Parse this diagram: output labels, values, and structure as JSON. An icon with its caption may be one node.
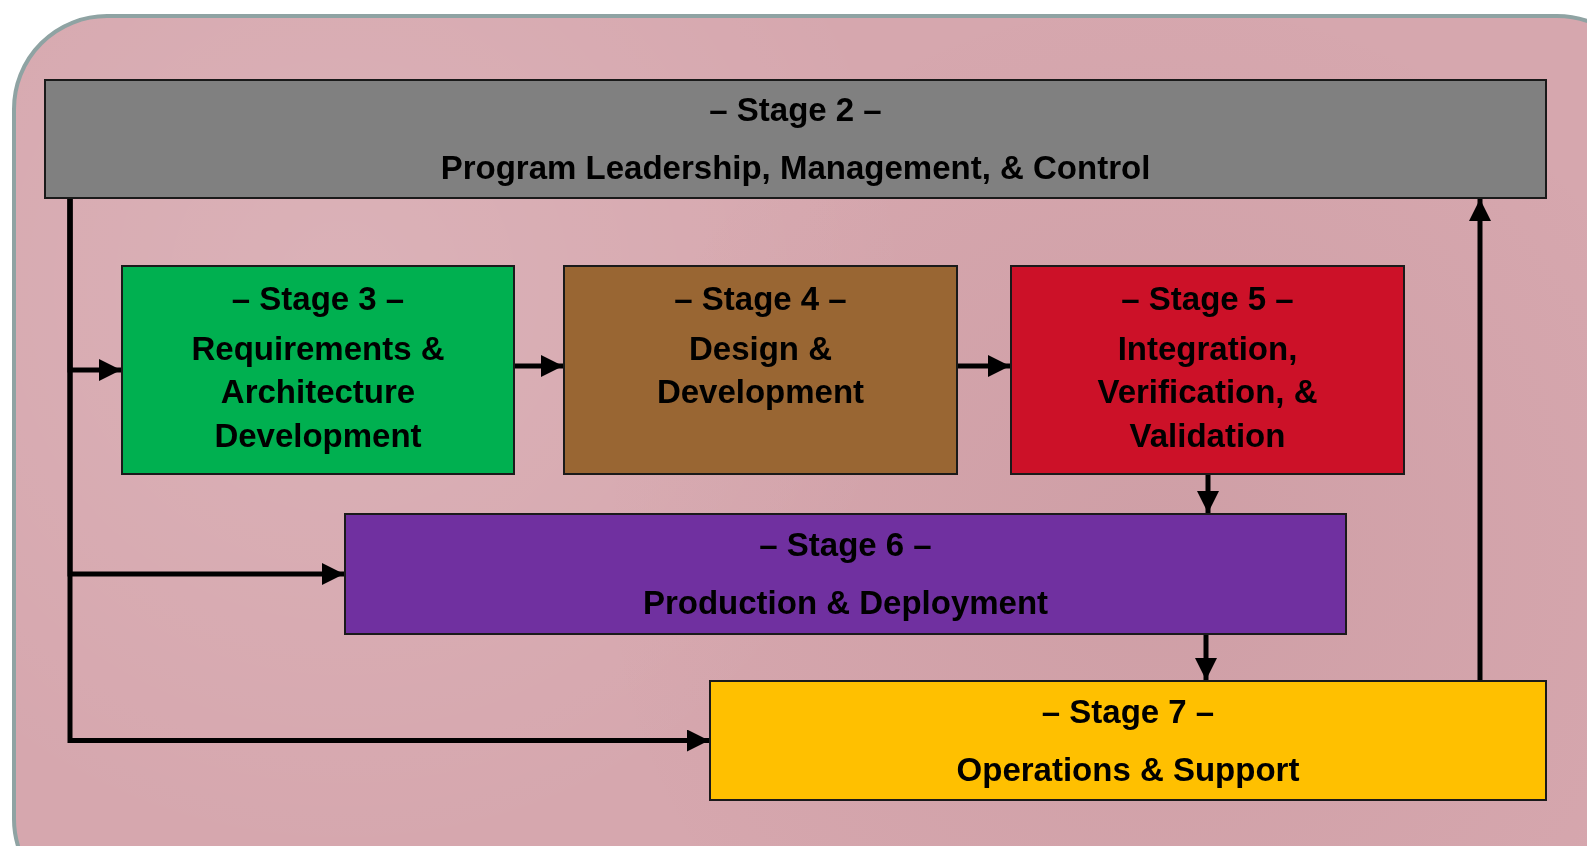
{
  "diagram": {
    "nodes": [
      {
        "text": [
          "– Stage 2 –",
          "Program Leadership, Management, & Control"
        ]
      },
      {
        "text": [
          "– Stage 3 –",
          "Requirements & Architecture Development"
        ]
      },
      {
        "text": [
          "– Stage 4 –",
          "Design & Development"
        ]
      },
      {
        "text": [
          "– Stage 5 –",
          "Integration, Verification, & Validation"
        ]
      },
      {
        "text": [
          "– Stage 6 –",
          "Production & Deployment"
        ]
      },
      {
        "text": [
          "– Stage 7 –",
          "Operations & Support"
        ]
      }
    ],
    "edges": [
      {
        "from": 0,
        "to": 1,
        "arrow": "to"
      },
      {
        "from": 0,
        "to": 4,
        "arrow": "to"
      },
      {
        "from": 0,
        "to": 5,
        "arrow": "to"
      },
      {
        "from": 1,
        "to": 2,
        "arrow": "to"
      },
      {
        "from": 2,
        "to": 3,
        "arrow": "to"
      },
      {
        "from": 3,
        "to": 4,
        "arrow": "to"
      },
      {
        "from": 4,
        "to": 5,
        "arrow": "to"
      },
      {
        "from": 5,
        "to": 0,
        "arrow": "to"
      }
    ]
  }
}
